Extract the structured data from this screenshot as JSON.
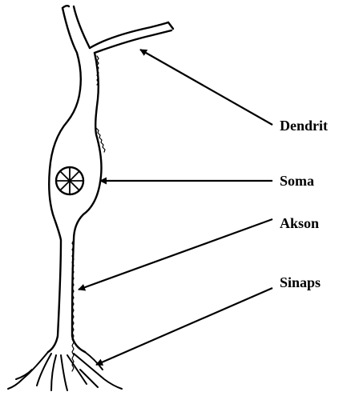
{
  "colors": {
    "ink": "#000000",
    "background": "#ffffff"
  },
  "labels": {
    "dendrit": "Dendrit",
    "soma": "Soma",
    "akson": "Akson",
    "sinaps": "Sinaps"
  }
}
